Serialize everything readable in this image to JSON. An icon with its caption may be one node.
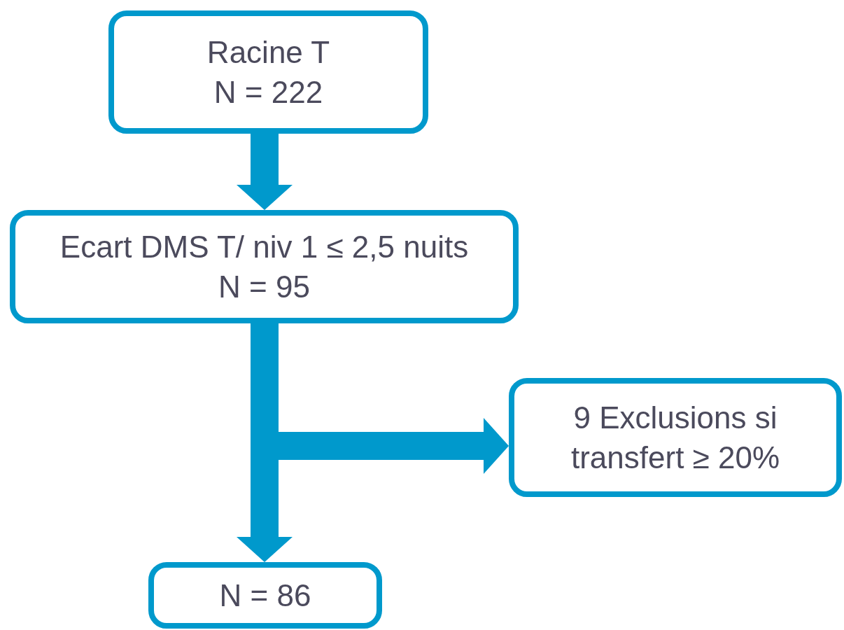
{
  "diagram": {
    "nodes": [
      {
        "text": [
          "Racine T",
          "N = 222"
        ]
      },
      {
        "text": [
          "Ecart DMS T/ niv 1 ≤ 2,5 nuits",
          "N = 95"
        ]
      },
      {
        "text": [
          "9 Exclusions si transfert ≥ 20%"
        ]
      },
      {
        "text": [
          "N = 86"
        ]
      }
    ],
    "edges": [
      {
        "from": 0,
        "to": 1,
        "arrow": "to"
      },
      {
        "from": 1,
        "to": 2,
        "arrow": "to"
      },
      {
        "from": 1,
        "to": 3,
        "arrow": "to"
      }
    ]
  }
}
